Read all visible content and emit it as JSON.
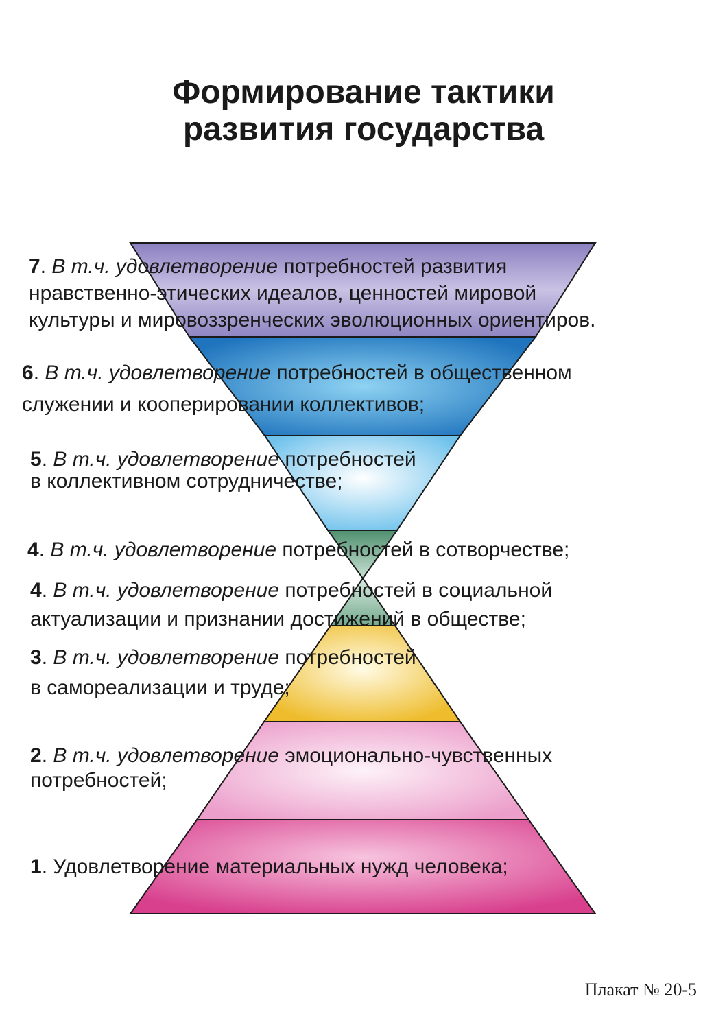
{
  "title": {
    "line1": "Формирование тактики",
    "line2": "развития государства"
  },
  "levels": [
    {
      "num": "7",
      "sep": ". ",
      "italic": "В т.ч. удовлетворение",
      "rest": " потребностей развития",
      "lines": [
        "нравственно-этических идеалов, ценностей мировой",
        "культуры и мировоззренческих эволюционных ориентиров."
      ]
    },
    {
      "num": "6",
      "sep": ". ",
      "italic": "В т.ч. удовлетворение",
      "rest": " потребностей в общественном",
      "lines": [
        "служении и кооперировании коллективов;"
      ]
    },
    {
      "num": "5",
      "sep": ". ",
      "italic": "В т.ч. удовлетворение",
      "rest": " потребностей",
      "lines": [
        "в коллективном сотрудничестве;"
      ]
    },
    {
      "num": "4",
      "sep": ". ",
      "italic": "В т.ч. удовлетворение",
      "rest": " потребностей в сотворчестве;",
      "lines": []
    },
    {
      "num": "4",
      "sep": ". ",
      "italic": "В т.ч. удовлетворение",
      "rest": " потребностей в социальной",
      "lines": [
        "актуализации и признании достижений в обществе;"
      ]
    },
    {
      "num": "3",
      "sep": ". ",
      "italic": "В т.ч. удовлетворение",
      "rest": " потребностей",
      "lines": [
        "в самореализации и труде;"
      ]
    },
    {
      "num": "2",
      "sep": ". ",
      "italic": "В т.ч. удовлетворение",
      "rest": " эмоционально-чувственных",
      "lines": [
        "потребностей;"
      ]
    },
    {
      "num": "1",
      "sep": ". ",
      "italic": "",
      "rest": "Удовлетворение материальных нужд человека;",
      "lines": []
    }
  ],
  "colors": {
    "level7": "#9a8fc4",
    "level6": "#2f86c9",
    "level5": "#a9dcf3",
    "level4_top": "#5e9b7c",
    "level4_bottom": "#a7cdb8",
    "level3": "#f3cc47",
    "level2": "#f4bfdc",
    "level1": "#e05a9e"
  },
  "footer": "Плакат № 20-5"
}
